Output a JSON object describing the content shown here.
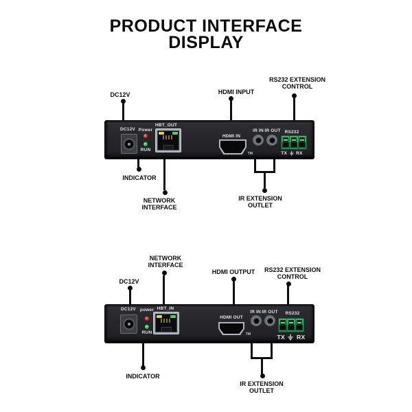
{
  "title": "PRODUCT INTERFACE\nDISPLAY",
  "devices": {
    "transmitter": {
      "dc_label": "DC12V",
      "power_label": "Power",
      "run_label": "RUN",
      "network_port_label": "HBT_OUT",
      "hdmi_port_label": "HDMI IN",
      "hdmi_tm": "TM",
      "ir_in_label": "IR IN",
      "ir_out_label": "IR OUT",
      "rs232_label": "RS232",
      "tx_label": "TX",
      "rx_label": "RX"
    },
    "receiver": {
      "dc_label": "DC12V",
      "power_label": "power",
      "run_label": "RUN",
      "network_port_label": "HBT_IN",
      "hdmi_port_label": "HDMI OUT",
      "hdmi_tm": "TM",
      "ir_in_label": "IR IN",
      "ir_out_label": "IR OUT",
      "rs232_label": "RS232",
      "tx_label": "TX",
      "rx_label": "RX"
    }
  },
  "callouts": {
    "transmitter": {
      "dc12v": "DC12V",
      "hdmi": "HDMI INPUT",
      "rs232": "RS232 EXTENSION\nCONTROL",
      "indicator": "INDICATOR",
      "network": "NETWORK\nINTERFACE",
      "ir": "IR EXTENSION\nOUTLET"
    },
    "receiver": {
      "network": "NETWORK\nINTERFACE",
      "dc12v": "DC12V",
      "hdmi": "HDMI OUTPUT",
      "rs232": "RS232 EXTENSION\nCONTROL",
      "indicator": "INDICATOR",
      "ir": "IR EXTENSION\nOUTLET"
    }
  },
  "colors": {
    "panel_dark": "#27272b",
    "terminal_green": "#2da35f",
    "led_red": "#d02a2a",
    "led_green": "#27bb48",
    "rj45_led_yellow": "#e5d04a",
    "rj45_led_green": "#43d463",
    "line_black": "#0d0d0d"
  }
}
